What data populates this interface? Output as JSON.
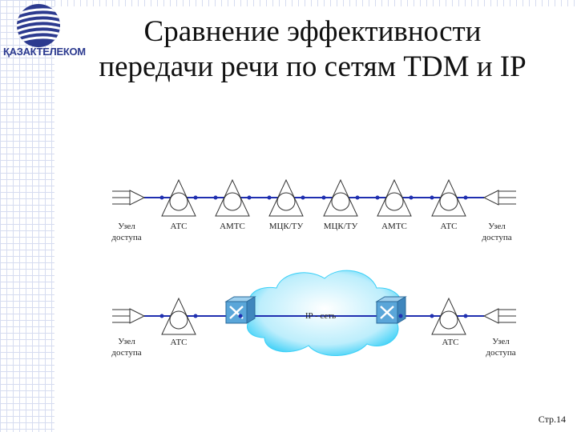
{
  "header": {
    "logo_text": "ҚАЗАКТЕЛЕКОМ",
    "title_line1": "Сравнение эффективности",
    "title_line2": "передачи речи по сетям TDM и IP"
  },
  "tdm_chain": {
    "left_terminal": [
      "Узел",
      "доступа"
    ],
    "nodes": [
      "АТС",
      "АМТС",
      "МЦК/ТУ",
      "МЦК/ТУ",
      "АМТС",
      "АТС"
    ],
    "right_terminal": [
      "Узел",
      "доступа"
    ]
  },
  "ip_chain": {
    "left_terminal": [
      "Узел",
      "доступа"
    ],
    "left_node": "АТС",
    "cloud_label": "IP - сеть",
    "right_node": "АТС",
    "right_terminal": [
      "Узел",
      "доступа"
    ]
  },
  "footer": {
    "page_number": "Стр.14"
  },
  "colors": {
    "link": "#1f2fb0",
    "logo_blue": "#2c3a8f",
    "cloud": "#38cff7",
    "router": "#5aa6d9"
  }
}
